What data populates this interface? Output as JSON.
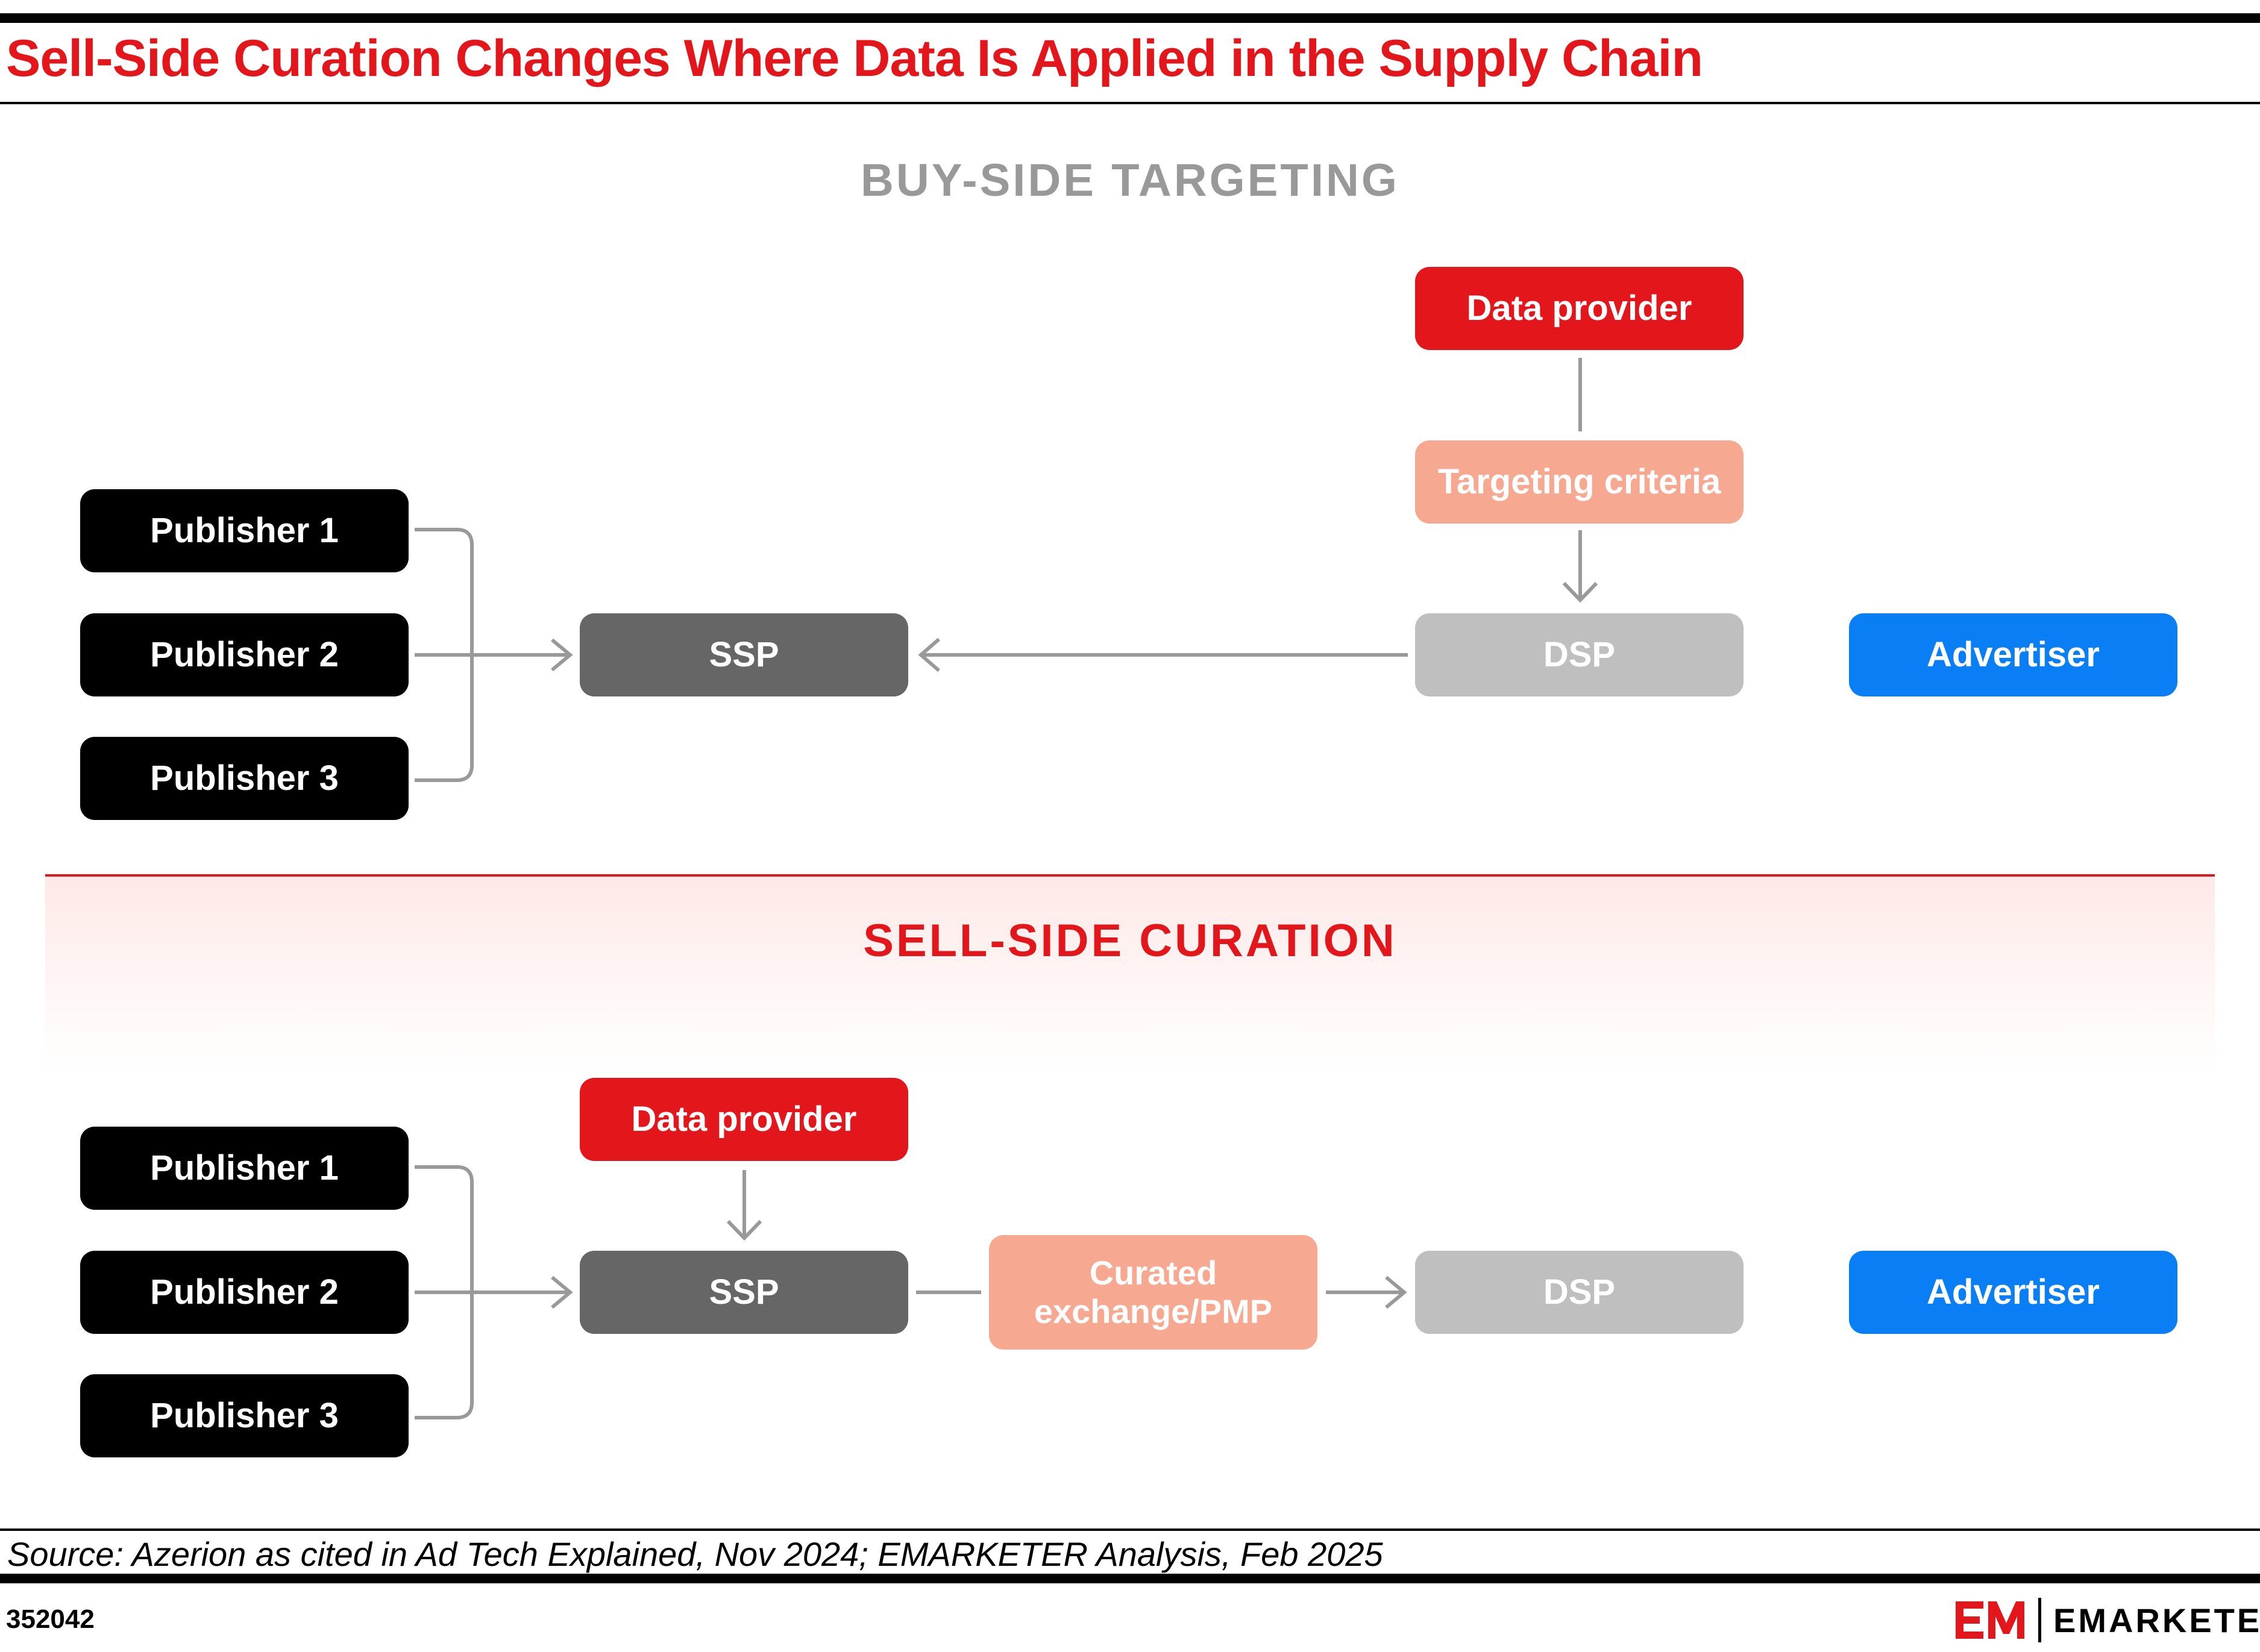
{
  "title": "Sell-Side Curation Changes Where Data Is Applied in the Supply Chain",
  "colors": {
    "brand_red": "#e3161c",
    "salmon": "#f6a990",
    "ssp_gray": "#666666",
    "dsp_gray": "#bfbfbf",
    "advertiser_blue": "#0a7ef5",
    "connector_gray": "#999999",
    "buy_side_label": "#999999"
  },
  "buy_side": {
    "label": "BUY-SIDE TARGETING",
    "publishers": [
      "Publisher 1",
      "Publisher 2",
      "Publisher 3"
    ],
    "ssp": "SSP",
    "dsp": "DSP",
    "advertiser": "Advertiser",
    "data_provider": "Data provider",
    "targeting_criteria": "Targeting criteria"
  },
  "sell_side": {
    "label": "SELL-SIDE CURATION",
    "publishers": [
      "Publisher 1",
      "Publisher 2",
      "Publisher 3"
    ],
    "ssp": "SSP",
    "dsp": "DSP",
    "advertiser": "Advertiser",
    "data_provider": "Data provider",
    "curated_exchange": [
      "Curated",
      "exchange/PMP"
    ]
  },
  "connections": [
    {
      "from": "buy_side.publishers",
      "to": "buy_side.ssp",
      "arrow": true
    },
    {
      "from": "buy_side.data_provider",
      "to": "buy_side.targeting_criteria",
      "arrow": false
    },
    {
      "from": "buy_side.targeting_criteria",
      "to": "buy_side.dsp",
      "arrow": true
    },
    {
      "from": "buy_side.dsp",
      "to": "buy_side.ssp",
      "arrow": true
    },
    {
      "from": "sell_side.publishers",
      "to": "sell_side.ssp",
      "arrow": true
    },
    {
      "from": "sell_side.data_provider",
      "to": "sell_side.ssp",
      "arrow": true
    },
    {
      "from": "sell_side.ssp",
      "to": "sell_side.curated_exchange",
      "arrow": false
    },
    {
      "from": "sell_side.curated_exchange",
      "to": "sell_side.dsp",
      "arrow": true
    }
  ],
  "source": "Source: Azerion as cited in Ad Tech Explained, Nov 2024; EMARKETER Analysis, Feb 2025",
  "chart_id": "352042",
  "logo": {
    "mark": "EM",
    "wordmark": "EMARKETER"
  }
}
